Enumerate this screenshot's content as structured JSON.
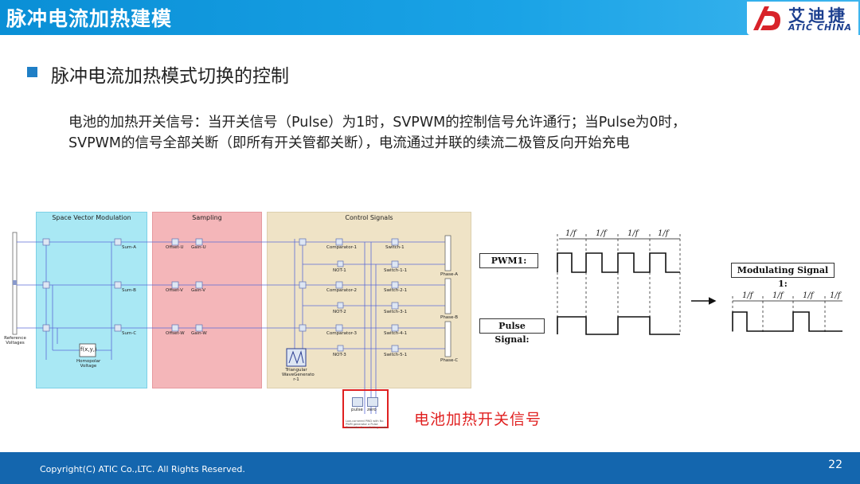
{
  "header": {
    "title": "脉冲电流加热建模",
    "logo_cn": "艾迪捷",
    "logo_en": "ATIC CHINA"
  },
  "content": {
    "heading": "脉冲电流加热模式切换的控制",
    "desc_line1": "电池的加热开关信号：当开关信号（Pulse）为1时，SVPWM的控制信号允许通行；当Pulse为0时，",
    "desc_line2": "SVPWM的信号全部关断（即所有开关管都关断），电流通过并联的续流二极管反向开始充电"
  },
  "diagram": {
    "panels": {
      "svm": "Space Vector Modulation",
      "sampling": "Sampling",
      "control": "Control Signals"
    },
    "reference": "Reference Voltages",
    "sums": [
      "Sum-A",
      "Sum-B",
      "Sum-C"
    ],
    "offsets": [
      "Offset-U",
      "Offset-V",
      "Offset-W"
    ],
    "gains": [
      "Gain-U",
      "Gain-V",
      "Gain-W"
    ],
    "homopolar_fn": "f(x,y,)",
    "homopolar": "Homopolar Voltage",
    "comparators": [
      "Comparator-1",
      "Comparator-2",
      "Comparator-3"
    ],
    "nots": [
      "NOT-1",
      "NOT-2",
      "NOT-3"
    ],
    "switches": [
      "Switch-1",
      "Switch-1-1",
      "Switch-2-1",
      "Switch-3-1",
      "Switch-4-1",
      "Switch-5-1"
    ],
    "phases": [
      "Phase-A",
      "Phase-B",
      "Phase-C"
    ],
    "triangular": "Triangular WaveGenerato r-1",
    "pulse": "pulse",
    "zero": "zero",
    "note": "Low-cornered PWD with No PWM generator a Pulse Generator for switching mode",
    "caption": "电池加热开关信号"
  },
  "signals": {
    "period_label": "1/f",
    "pwm_label": "PWM1:",
    "pulse_label": "Pulse Signal:",
    "mod_label": "Modulating Signal 1:",
    "arrow_icon": "arrow-right-icon"
  },
  "footer": {
    "copyright": "Copyright(C) ATIC Co.,LTC. All Rights Reserved.",
    "page": "22"
  },
  "colors": {
    "title_bar": "#0a8fd6",
    "footer": "#1466ae",
    "accent_red": "#e02020",
    "svm_panel": "#a9e8f4",
    "sampling_panel": "#f4b6b9",
    "control_panel": "#efe3c6"
  }
}
